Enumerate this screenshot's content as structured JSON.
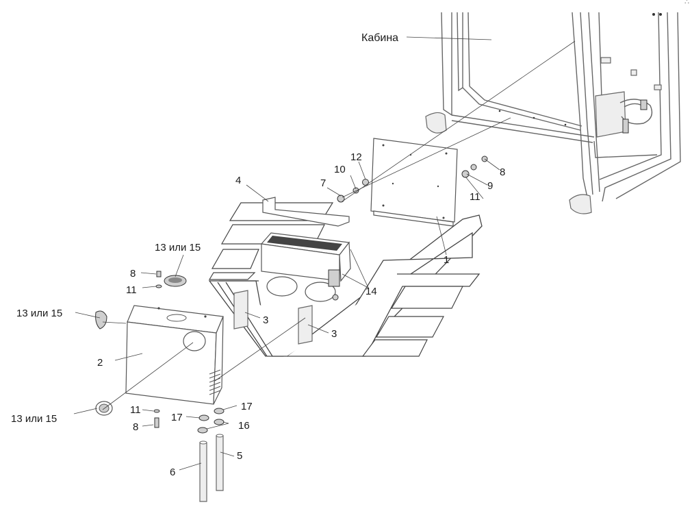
{
  "diagram": {
    "cabin_label": "Кабина",
    "callouts": {
      "c1": "1",
      "c2": "2",
      "c3a": "3",
      "c3b": "3",
      "c4": "4",
      "c5": "5",
      "c6": "6",
      "c7": "7",
      "c8_top": "8",
      "c8_left": "8",
      "c8_bottom": "8",
      "c9": "9",
      "c10": "10",
      "c11_right": "11",
      "c11_left": "11",
      "c11_bottom": "11",
      "c12": "12",
      "c13_top": "13 или 15",
      "c13_left": "13 или 15",
      "c13_bottom": "13 или 15",
      "c14": "14",
      "c16": "16",
      "c17_left": "17",
      "c17_right": "17"
    }
  }
}
